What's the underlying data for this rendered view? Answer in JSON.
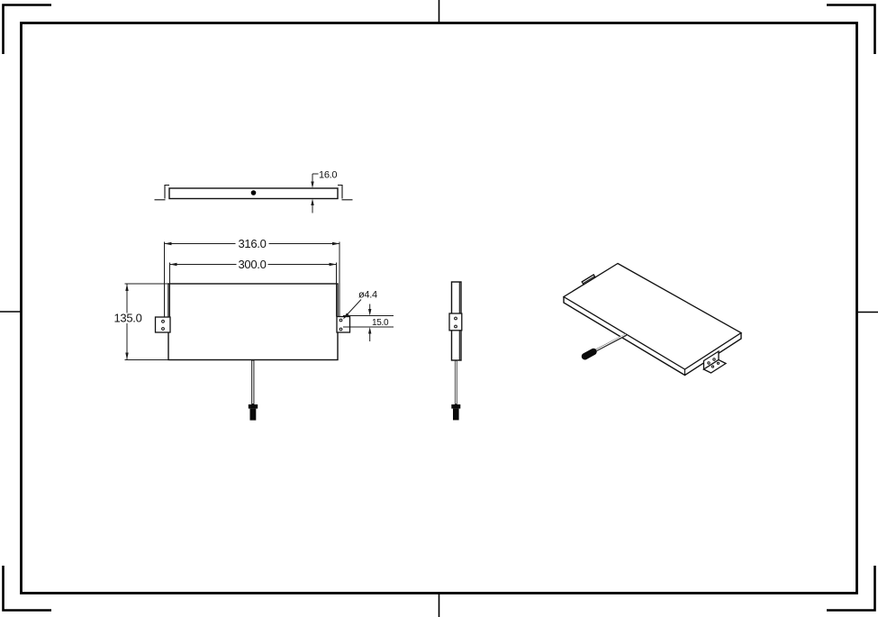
{
  "drawing": {
    "type": "engineering-drawing",
    "background_color": "#ffffff",
    "line_color": "#111111",
    "dimension_color": "#1c1c1c",
    "views": {
      "top": {
        "dim_thickness": "16.0"
      },
      "front": {
        "dim_overall_width": "316.0",
        "dim_panel_width": "300.0",
        "dim_panel_height": "135.0",
        "dim_hole_diameter": "ø4.4",
        "dim_bracket": "15.0"
      }
    }
  }
}
